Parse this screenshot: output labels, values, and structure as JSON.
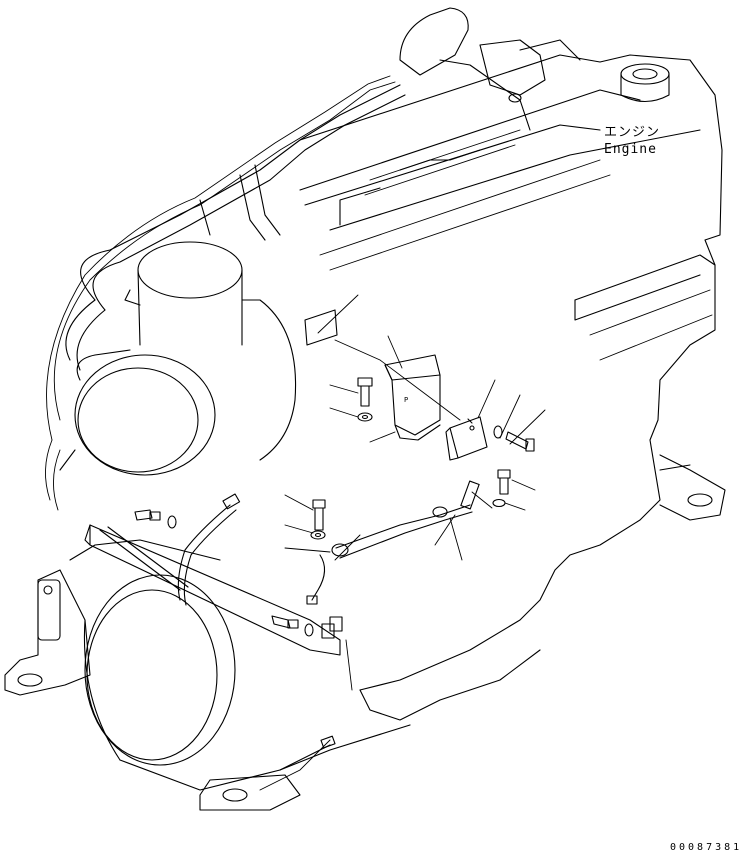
{
  "labels": {
    "engine_jp": "エンジン",
    "engine_en": "Engine"
  },
  "part_tag_p": "P",
  "drawing_number": "00087381"
}
